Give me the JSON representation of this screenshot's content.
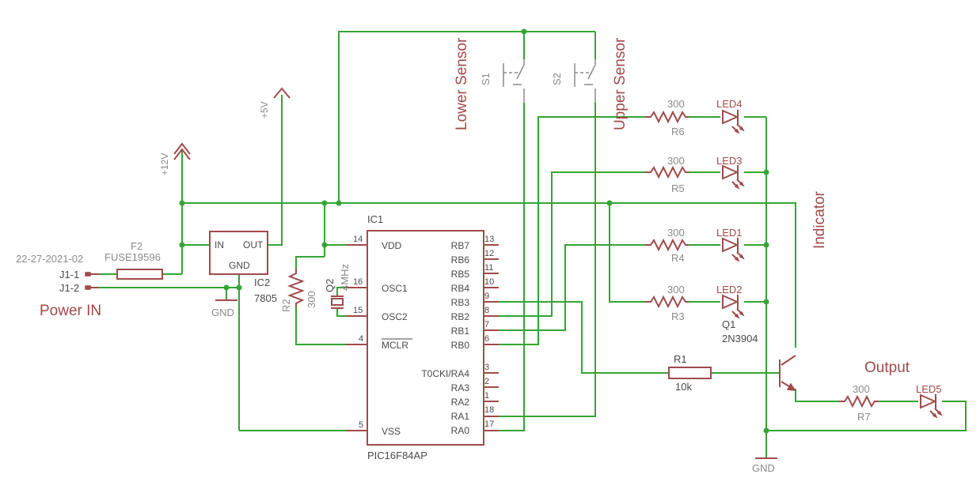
{
  "labels": {
    "power_in": "Power IN",
    "output": "Output",
    "indicator": "Indicator",
    "lower_sensor": "Lower Sensor",
    "upper_sensor": "Upper Sensor"
  },
  "power": {
    "v12": "+12V",
    "v5": "+5V",
    "gnd_left": "GND",
    "gnd_right": "GND"
  },
  "connector": {
    "j1_1": "J1-1",
    "j1_2": "J1-2",
    "date": "22-27-2021-02"
  },
  "fuse": {
    "name": "F2",
    "value": "FUSE19596"
  },
  "regulator": {
    "name": "IC2",
    "value": "7805",
    "pin_in": "IN",
    "pin_out": "OUT",
    "pin_gnd": "GND"
  },
  "crystal": {
    "name": "Q2",
    "value": "4MHz"
  },
  "r2": {
    "name": "R2",
    "value": "300"
  },
  "ic1": {
    "name": "IC1",
    "value": "PIC16F84AP",
    "left_pins": [
      {
        "num": "14",
        "label": "VDD"
      },
      {
        "num": "16",
        "label": "OSC1"
      },
      {
        "num": "15",
        "label": "OSC2"
      },
      {
        "num": "4",
        "label": "MCLR"
      },
      {
        "num": "5",
        "label": "VSS"
      }
    ],
    "right_pins": [
      {
        "num": "13",
        "label": "RB7"
      },
      {
        "num": "12",
        "label": "RB6"
      },
      {
        "num": "11",
        "label": "RB5"
      },
      {
        "num": "10",
        "label": "RB4"
      },
      {
        "num": "9",
        "label": "RB3"
      },
      {
        "num": "8",
        "label": "RB2"
      },
      {
        "num": "7",
        "label": "RB1"
      },
      {
        "num": "6",
        "label": "RB0"
      },
      {
        "num": "3",
        "label": "T0CKI/RA4"
      },
      {
        "num": "2",
        "label": "RA3"
      },
      {
        "num": "1",
        "label": "RA2"
      },
      {
        "num": "18",
        "label": "RA1"
      },
      {
        "num": "17",
        "label": "RA0"
      }
    ]
  },
  "switches": {
    "s1": "S1",
    "s2": "S2"
  },
  "led_rows": [
    {
      "r_value": "300",
      "r_name": "R6",
      "led": "LED4"
    },
    {
      "r_value": "300",
      "r_name": "R5",
      "led": "LED3"
    },
    {
      "r_value": "300",
      "r_name": "R4",
      "led": "LED1"
    },
    {
      "r_value": "300",
      "r_name": "R3",
      "led": "LED2"
    }
  ],
  "r1": {
    "name": "R1",
    "value": "10k"
  },
  "transistor": {
    "name": "Q1",
    "value": "2N3904"
  },
  "r7": {
    "name": "R7",
    "value": "300"
  },
  "led5": {
    "name": "LED5"
  },
  "colors": {
    "wire": "#33a533",
    "symbol": "#a04a4a",
    "text_gray": "#8a8a8a"
  }
}
